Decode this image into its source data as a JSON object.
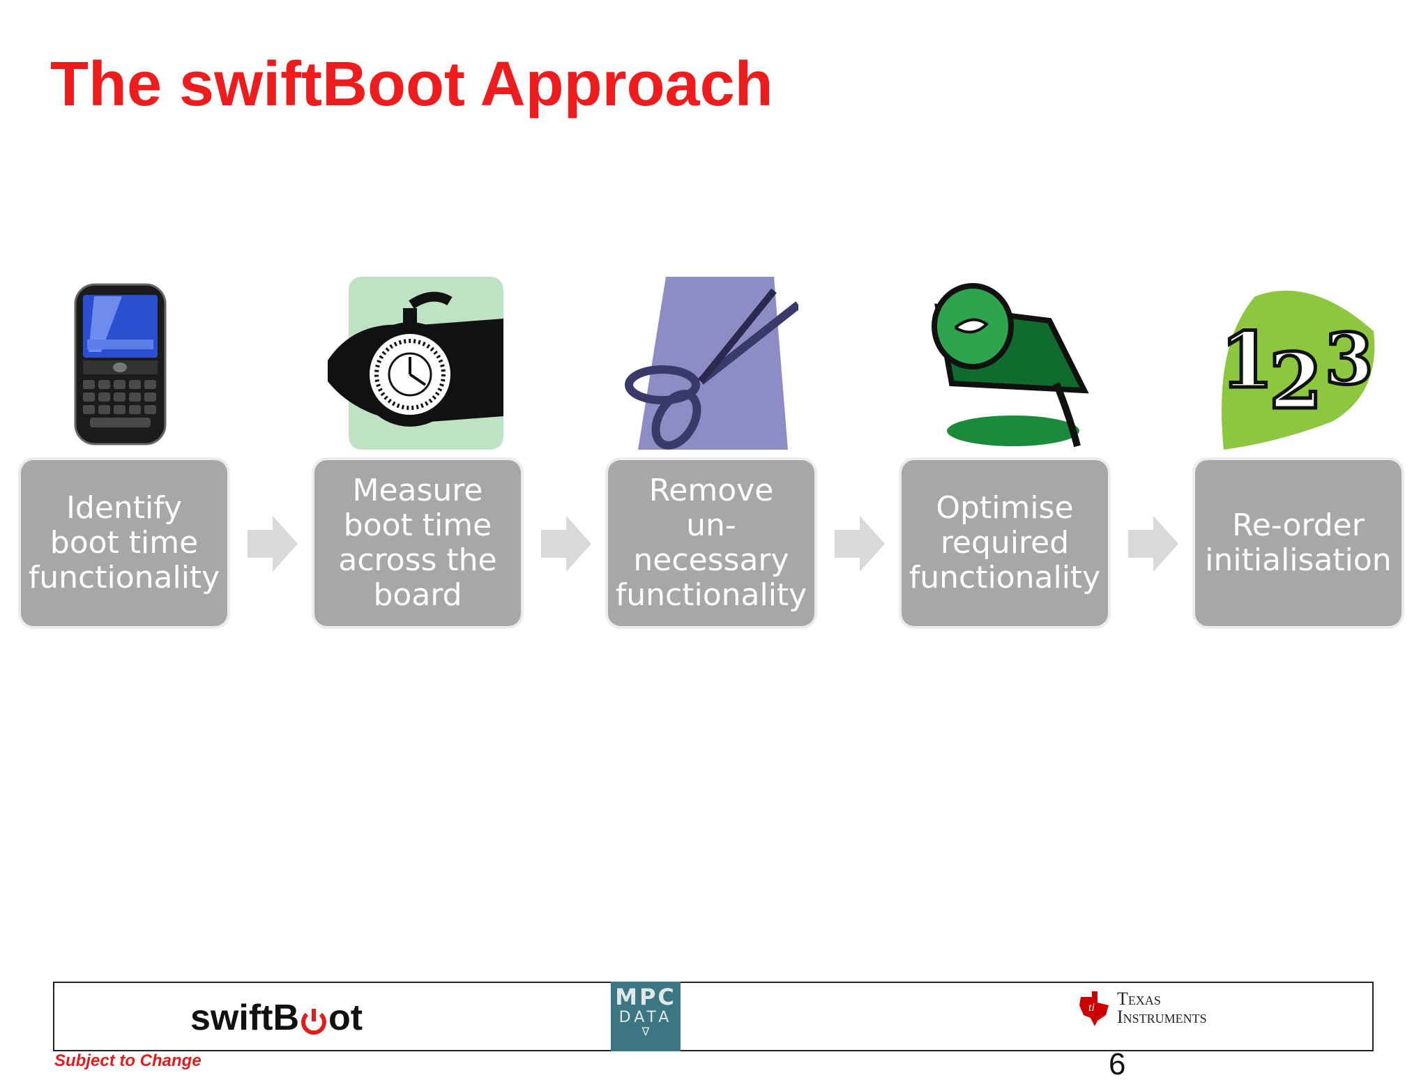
{
  "title": "The swiftBoot Approach",
  "steps": [
    {
      "label": "Identify\nboot time\nfunctionality",
      "icon": "smartphone-icon"
    },
    {
      "label": "Measure\nboot time\nacross the\nboard",
      "icon": "stopwatch-icon"
    },
    {
      "label": "Remove\nun-\nnecessary\nfunctionality",
      "icon": "scissors-icon"
    },
    {
      "label": "Optimise\nrequired\nfunctionality",
      "icon": "paint-can-icon"
    },
    {
      "label": "Re-order\ninitialisation",
      "icon": "numbers-123-icon"
    }
  ],
  "footer": {
    "swiftboot_logo_pre": "swiftB",
    "swiftboot_logo_post": "ot",
    "mpc_line1": "MPC",
    "mpc_line2": "DATA",
    "mpc_line3": "∇",
    "ti_line1": "Texas",
    "ti_line2": "Instruments",
    "subject": "Subject to Change",
    "page_number": "6"
  },
  "colors": {
    "title": "#ee1c1c",
    "step_box": "#a7a7a9",
    "mpc_bg": "#3c7682",
    "ti_red": "#cc0000"
  }
}
